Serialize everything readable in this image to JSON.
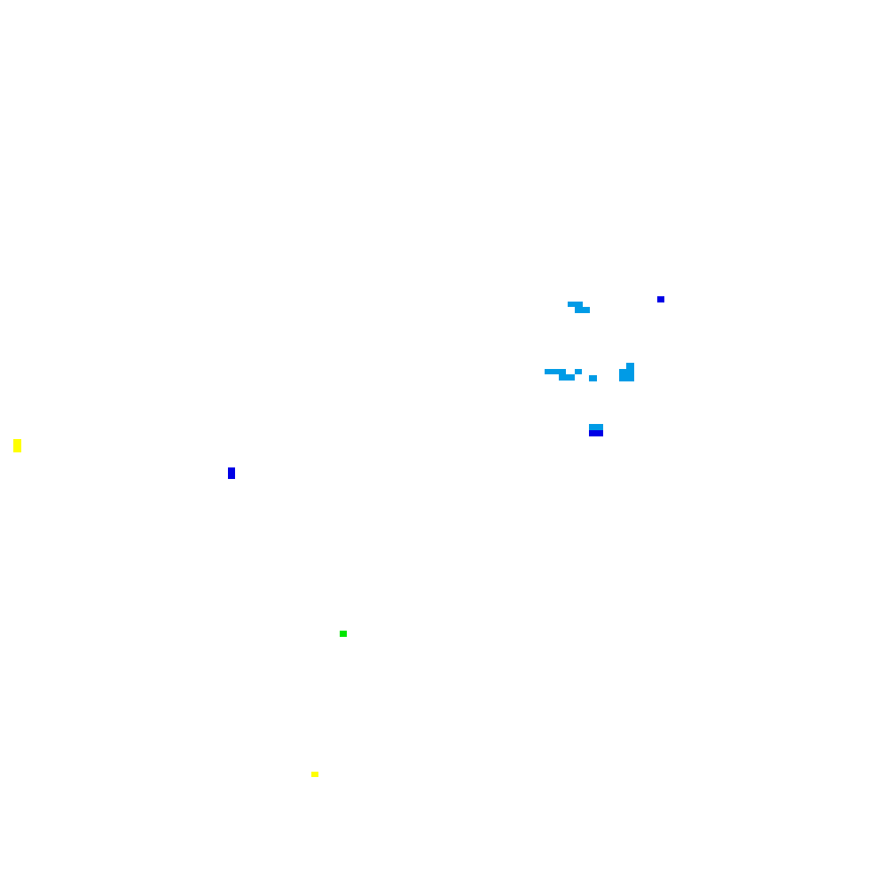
{
  "colors": {
    "background": "#ffffff",
    "light_blue": "#009be6",
    "dark_blue": "#0000e6",
    "yellow": "#ffff00",
    "green": "#00e600"
  },
  "marks": [
    {
      "name": "dark-blue-mark",
      "color": "dark_blue"
    },
    {
      "name": "light-blue-mark",
      "color": "light_blue"
    },
    {
      "name": "light-blue-mark",
      "color": "light_blue"
    },
    {
      "name": "light-blue-mark",
      "color": "light_blue"
    },
    {
      "name": "light-blue-mark",
      "color": "light_blue"
    },
    {
      "name": "light-blue-mark",
      "color": "light_blue"
    },
    {
      "name": "light-blue-mark",
      "color": "light_blue"
    },
    {
      "name": "light-blue-mark",
      "color": "light_blue"
    },
    {
      "name": "light-blue-mark",
      "color": "light_blue"
    },
    {
      "name": "light-blue-mark",
      "color": "light_blue"
    },
    {
      "name": "dark-blue-mark",
      "color": "dark_blue"
    },
    {
      "name": "yellow-mark",
      "color": "yellow"
    },
    {
      "name": "dark-blue-mark",
      "color": "dark_blue"
    },
    {
      "name": "green-mark",
      "color": "green"
    },
    {
      "name": "yellow-mark",
      "color": "yellow"
    }
  ]
}
